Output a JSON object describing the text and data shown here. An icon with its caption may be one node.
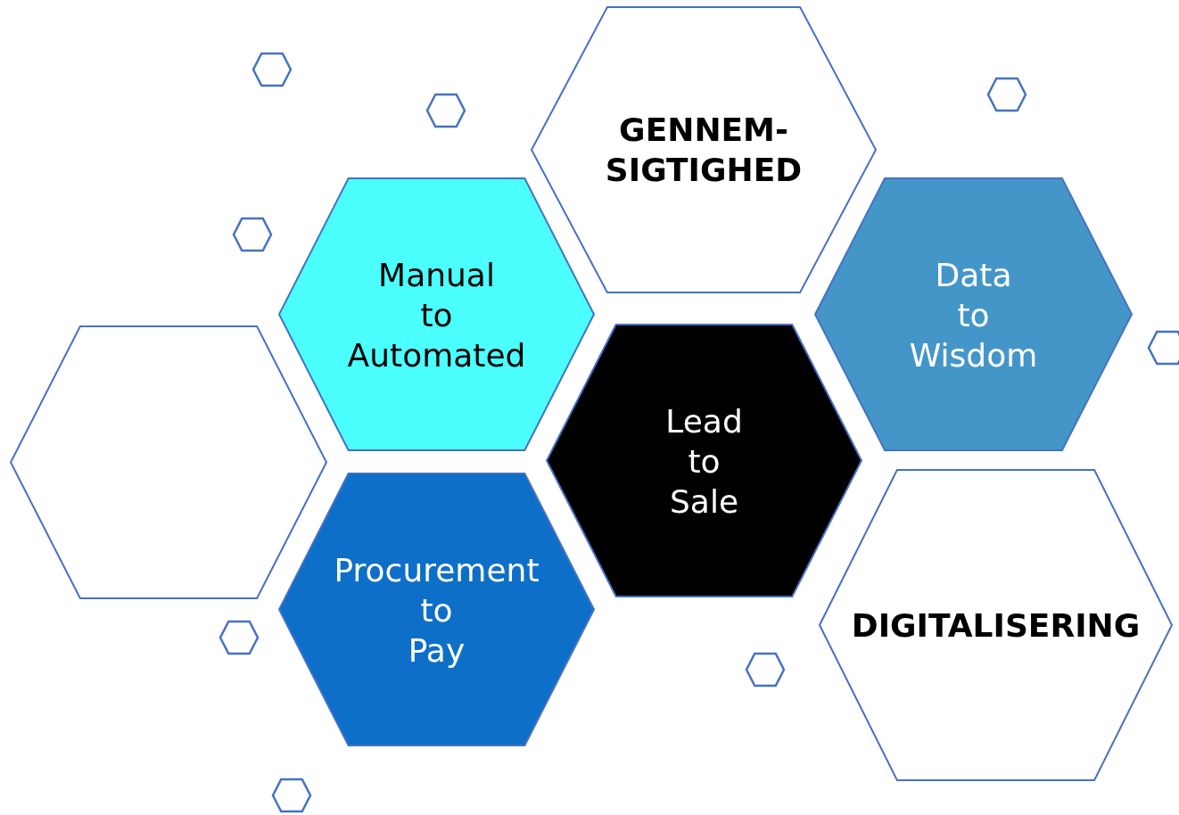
{
  "diagram": {
    "nodes": [
      {
        "text": [
          "GENNEM- SIGTIGHED"
        ]
      },
      {
        "text": [
          "Manual to Automated"
        ]
      },
      {
        "text": [
          "Data to Wisdom"
        ]
      },
      {
        "text": [],
        "shape": "hexagon"
      },
      {
        "text": [
          "Lead to Sale"
        ]
      },
      {
        "text": [
          "Procurement to Pay"
        ]
      },
      {
        "text": [
          "DIGITALISERING"
        ]
      }
    ],
    "edges": []
  }
}
